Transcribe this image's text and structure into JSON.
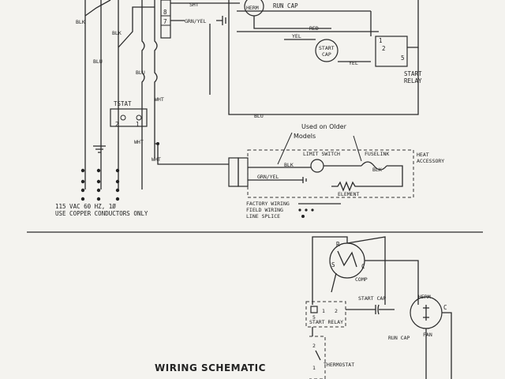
{
  "top": {
    "wire_labels": {
      "blk_left": "BLK",
      "blk_mid": "BLK",
      "blu_left": "BLU",
      "blu_mid": "BLU",
      "blu_bottom": "BLU",
      "wht_1": "WHT",
      "wht_2": "WHT",
      "wht_3": "WHT",
      "sht": "SHT",
      "grn_yel": "GRN/YEL",
      "red": "RED",
      "yel_1": "YEL",
      "yel_2": "YEL",
      "blk_heat": "BLK",
      "grn_yel_heat": "GRN/YEL",
      "blk_fuse": "BLK"
    },
    "terminals": {
      "t8": "8",
      "t7": "7",
      "sr1": "1",
      "sr2": "2",
      "sr5": "5",
      "ts2": "2",
      "ts1": "1"
    },
    "labels": {
      "run_cap": "RUN CAP",
      "start_cap_1": "START",
      "start_cap_2": "CAP",
      "start_relay_1": "START",
      "start_relay_2": "RELAY",
      "tstat": "TSTAT",
      "herm": "HERM",
      "used_on_1": "Used on Older",
      "used_on_2": "Models",
      "limit_switch": "LIMIT SWITCH",
      "fuselink": "FUSELINK",
      "element": "ELEMENT",
      "heat_1": "HEAT",
      "heat_2": "ACCESSORY",
      "supply_1": "115 VAC 60 HZ, 1Ø",
      "supply_2": "USE COPPER CONDUCTORS ONLY"
    },
    "legend": {
      "factory": "FACTORY WIRING",
      "field": "FIELD WIRING",
      "splice": "LINE SPLICE"
    }
  },
  "bottom": {
    "title": "WIRING SCHEMATIC",
    "labels": {
      "r": "R",
      "s": "S",
      "c": "C",
      "comp": "COMP",
      "start_cap": "START CAP",
      "start_relay": "START RELAY",
      "sr5": "5",
      "sr1": "1",
      "sr2": "2",
      "herm": "HERM",
      "c_fan": "C",
      "fan": "FAN",
      "run_cap": "RUN CAP",
      "thermostat": "THERMOSTAT",
      "t2": "2",
      "t1": "1"
    }
  }
}
